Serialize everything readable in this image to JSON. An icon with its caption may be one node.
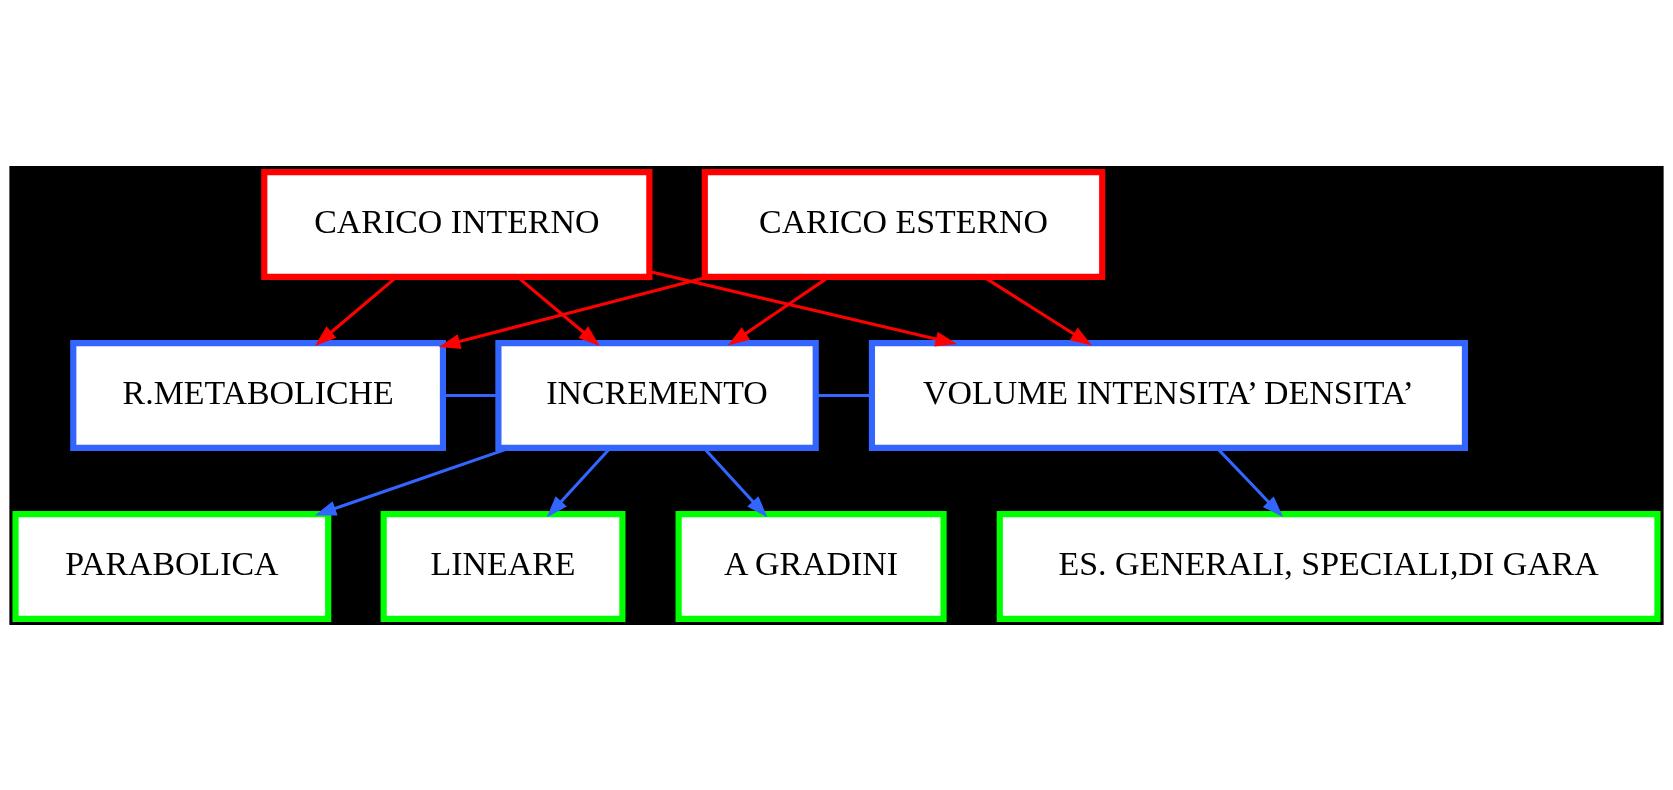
{
  "diagram": {
    "nodes": [
      {
        "text": [
          "CARICO INTERNO"
        ]
      },
      {
        "text": [
          "CARICO ESTERNO"
        ]
      },
      {
        "text": [
          "R.METABOLICHE"
        ]
      },
      {
        "text": [
          "INCREMENTO"
        ]
      },
      {
        "text": [
          "VOLUME INTENSITA’ DENSITA’"
        ]
      },
      {
        "text": [
          "ES. GENERALI, SPECIALI,DI GARA"
        ]
      },
      {
        "text": [
          "PARABOLICA"
        ]
      },
      {
        "text": [
          "LINEARE"
        ]
      },
      {
        "text": [
          "A GRADINI"
        ]
      }
    ],
    "edges": [
      {
        "from": 0,
        "to": 2,
        "arrow": "to",
        "color": "#ff0000"
      },
      {
        "from": 0,
        "to": 3,
        "arrow": "to",
        "color": "#ff0000"
      },
      {
        "from": 0,
        "to": 4,
        "arrow": "to",
        "color": "#ff0000"
      },
      {
        "from": 1,
        "to": 2,
        "arrow": "to",
        "color": "#ff0000"
      },
      {
        "from": 1,
        "to": 3,
        "arrow": "to",
        "color": "#ff0000"
      },
      {
        "from": 1,
        "to": 4,
        "arrow": "to",
        "color": "#ff0000"
      },
      {
        "from": 2,
        "to": 3,
        "arrow": "none",
        "color": "#3366ff"
      },
      {
        "from": 3,
        "to": 4,
        "arrow": "none",
        "color": "#3366ff"
      },
      {
        "from": 4,
        "to": 5,
        "arrow": "to",
        "color": "#3366ff"
      },
      {
        "from": 3,
        "to": 6,
        "arrow": "to",
        "color": "#3366ff"
      },
      {
        "from": 3,
        "to": 7,
        "arrow": "to",
        "color": "#3366ff"
      },
      {
        "from": 3,
        "to": 8,
        "arrow": "to",
        "color": "#3366ff"
      }
    ]
  }
}
